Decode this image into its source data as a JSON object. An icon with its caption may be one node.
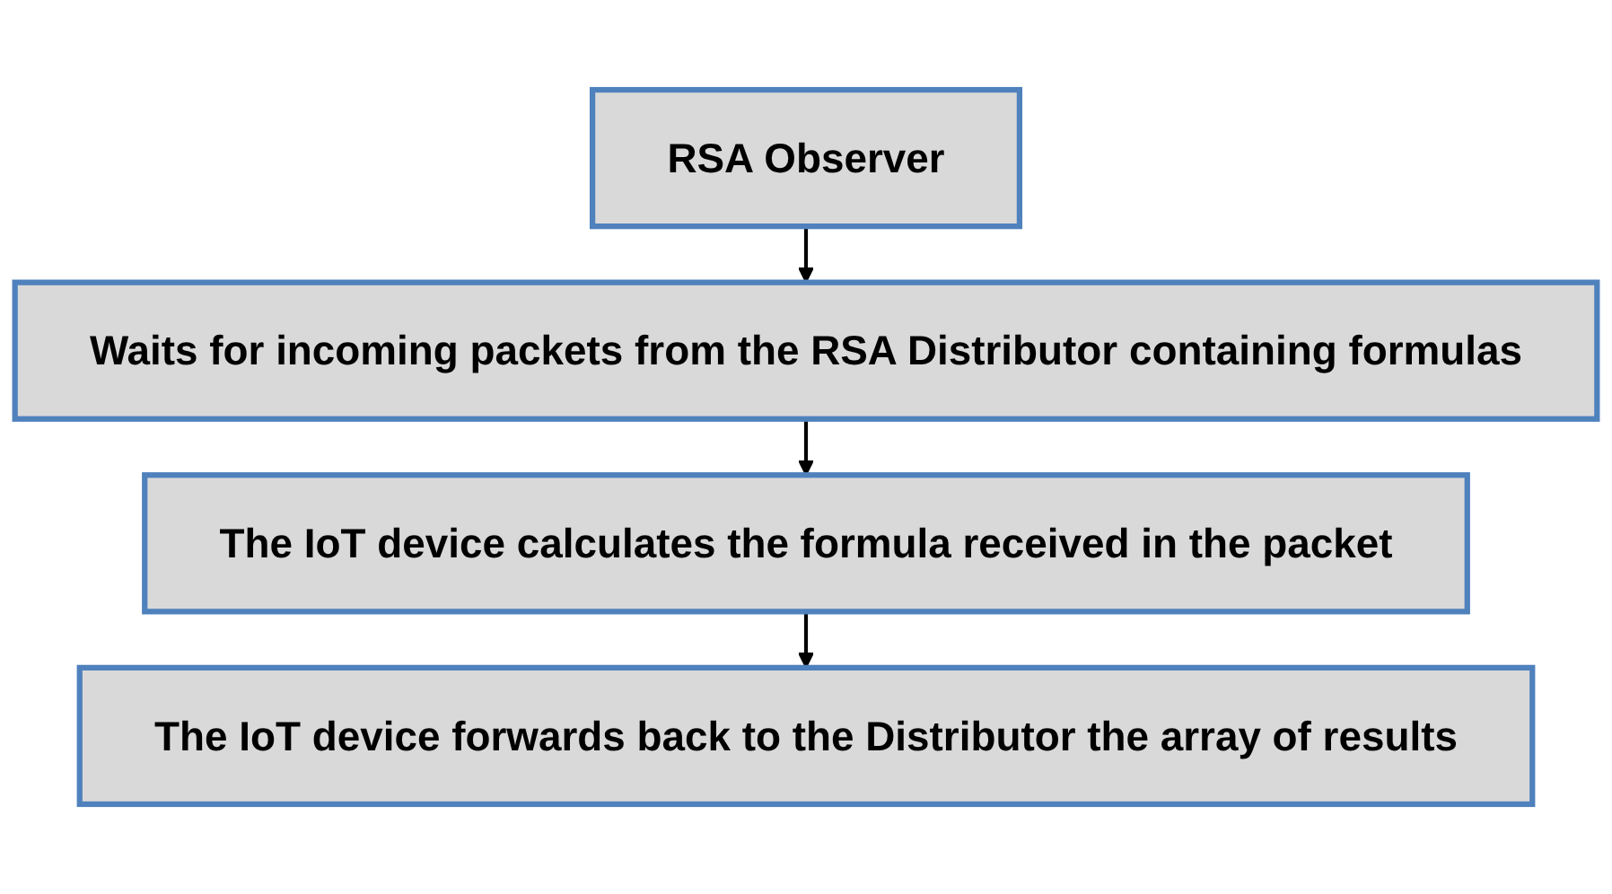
{
  "diagram": {
    "nodes": [
      {
        "text": [
          "RSA Observer"
        ]
      },
      {
        "text": [
          "Waits for incoming packets from the RSA Distributor containing formulas"
        ]
      },
      {
        "text": [
          "The IoT device calculates the formula received in the packet"
        ]
      },
      {
        "text": [
          "The IoT device forwards back to the Distributor the array of results"
        ]
      }
    ],
    "edges": [
      {
        "from": 0,
        "to": 1,
        "arrow": "to"
      },
      {
        "from": 1,
        "to": 2,
        "arrow": "to"
      },
      {
        "from": 2,
        "to": 3,
        "arrow": "to"
      }
    ]
  }
}
